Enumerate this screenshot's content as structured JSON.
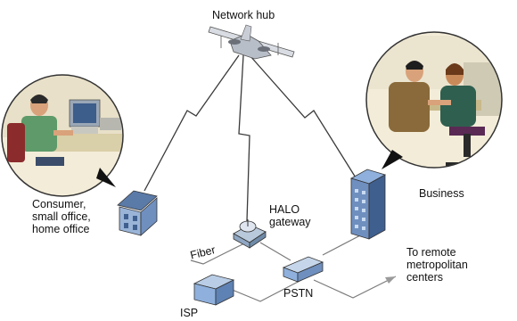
{
  "labels": {
    "hub": "Network hub",
    "consumer": [
      "Consumer,",
      "small office,",
      "home office"
    ],
    "business": "Business",
    "halo": [
      "HALO",
      "gateway"
    ],
    "fiber": "Fiber",
    "remote": [
      "To remote",
      "metropolitan",
      "centers"
    ],
    "isp": "ISP",
    "pstn": "PSTN"
  },
  "colors": {
    "link": "#3a3a3a",
    "building_blue": "#6f8fbf",
    "building_dark": "#3f5f8f",
    "device_blue": "#9fb8d8",
    "aircraft": "#d9dde3",
    "scene_bg": "#f3ecd8",
    "skin": "#d9a27a",
    "chair": "#5a2a55"
  },
  "icons": [
    "aircraft-icon",
    "house-icon",
    "office-tower-icon",
    "gateway-dish-icon",
    "isp-router-icon",
    "pstn-switch-icon",
    "arrow-icon"
  ]
}
